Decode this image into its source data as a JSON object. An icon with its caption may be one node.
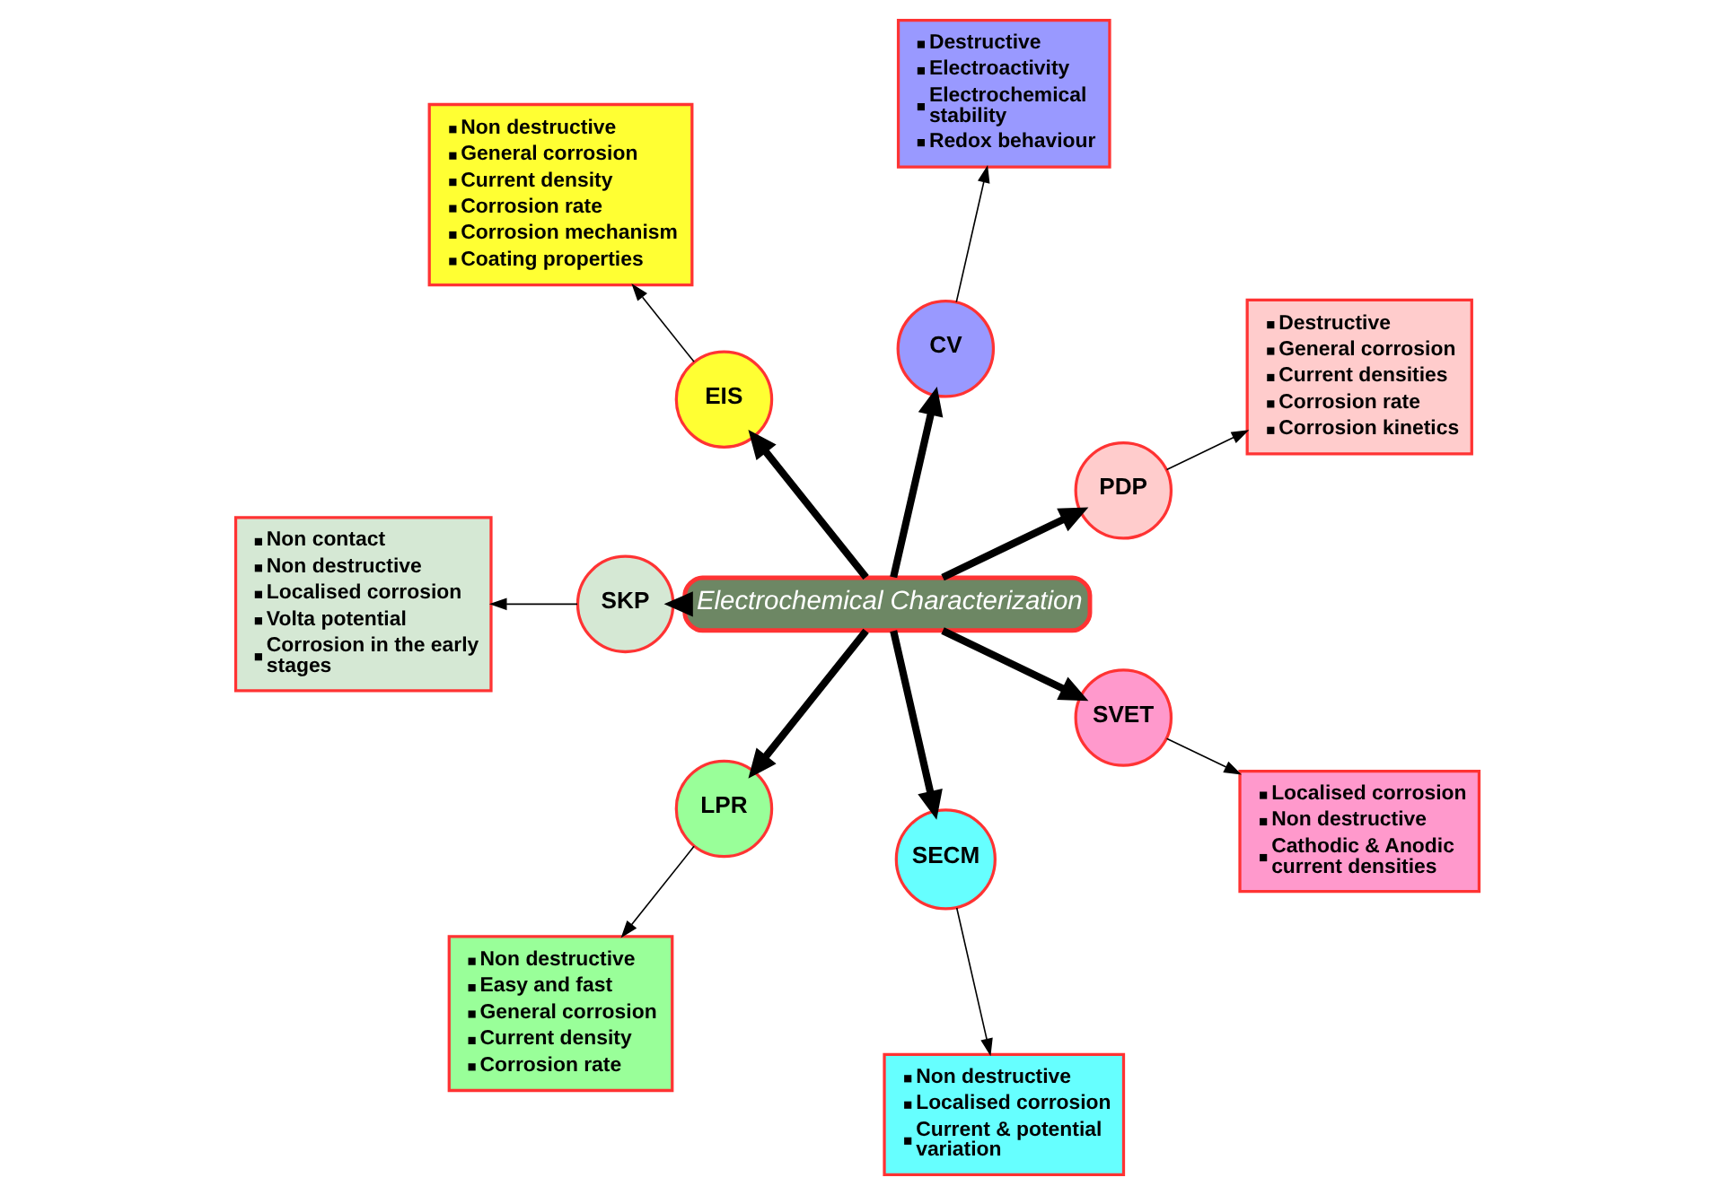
{
  "diagram": {
    "nodes": [
      {
        "text": [
          "Electrochemical Characterization"
        ]
      },
      {
        "text": [
          "PDP"
        ]
      },
      {
        "text": [
          "Destructive",
          "General corrosion",
          "Current densities",
          "Corrosion rate",
          "Corrosion kinetics"
        ]
      },
      {
        "text": [
          "CV"
        ]
      },
      {
        "text": [
          "Destructive",
          "Electroactivity",
          "Electrochemical stability",
          "Redox behaviour"
        ]
      },
      {
        "text": [
          "EIS"
        ]
      },
      {
        "text": [
          "Non destructive",
          "General corrosion",
          "Current density",
          "Corrosion rate",
          "Corrosion mechanism",
          "Coating properties"
        ]
      },
      {
        "text": [
          "SKP"
        ]
      },
      {
        "text": [
          "Non contact",
          "Non destructive",
          "Localised corrosion",
          "Volta potential",
          "Corrosion in the early stages"
        ]
      },
      {
        "text": [
          "LPR"
        ]
      },
      {
        "text": [
          "Non destructive",
          "Easy and fast",
          "General corrosion",
          "Current density",
          "Corrosion rate"
        ]
      },
      {
        "text": [
          "SECM"
        ]
      },
      {
        "text": [
          "Non destructive",
          "Localised corrosion",
          "Current & potential variation"
        ]
      },
      {
        "text": [
          "SVET"
        ]
      },
      {
        "text": [
          "Localised corrosion",
          "Non destructive",
          "Cathodic & Anodic current densities"
        ]
      }
    ],
    "edges": [
      {
        "from": 0,
        "to": 1,
        "arrow": "to",
        "style": "thick"
      },
      {
        "from": 0,
        "to": 3,
        "arrow": "to",
        "style": "thick"
      },
      {
        "from": 0,
        "to": 5,
        "arrow": "to",
        "style": "thick"
      },
      {
        "from": 0,
        "to": 7,
        "arrow": "to",
        "style": "thick"
      },
      {
        "from": 0,
        "to": 9,
        "arrow": "to",
        "style": "thick"
      },
      {
        "from": 0,
        "to": 11,
        "arrow": "to",
        "style": "thick"
      },
      {
        "from": 0,
        "to": 13,
        "arrow": "to",
        "style": "thick"
      },
      {
        "from": 1,
        "to": 2,
        "arrow": "to"
      },
      {
        "from": 3,
        "to": 4,
        "arrow": "to"
      },
      {
        "from": 5,
        "to": 6,
        "arrow": "to"
      },
      {
        "from": 7,
        "to": 8,
        "arrow": "to"
      },
      {
        "from": 9,
        "to": 10,
        "arrow": "to"
      },
      {
        "from": 11,
        "to": 12,
        "arrow": "to"
      },
      {
        "from": 13,
        "to": 14,
        "arrow": "to"
      }
    ]
  }
}
